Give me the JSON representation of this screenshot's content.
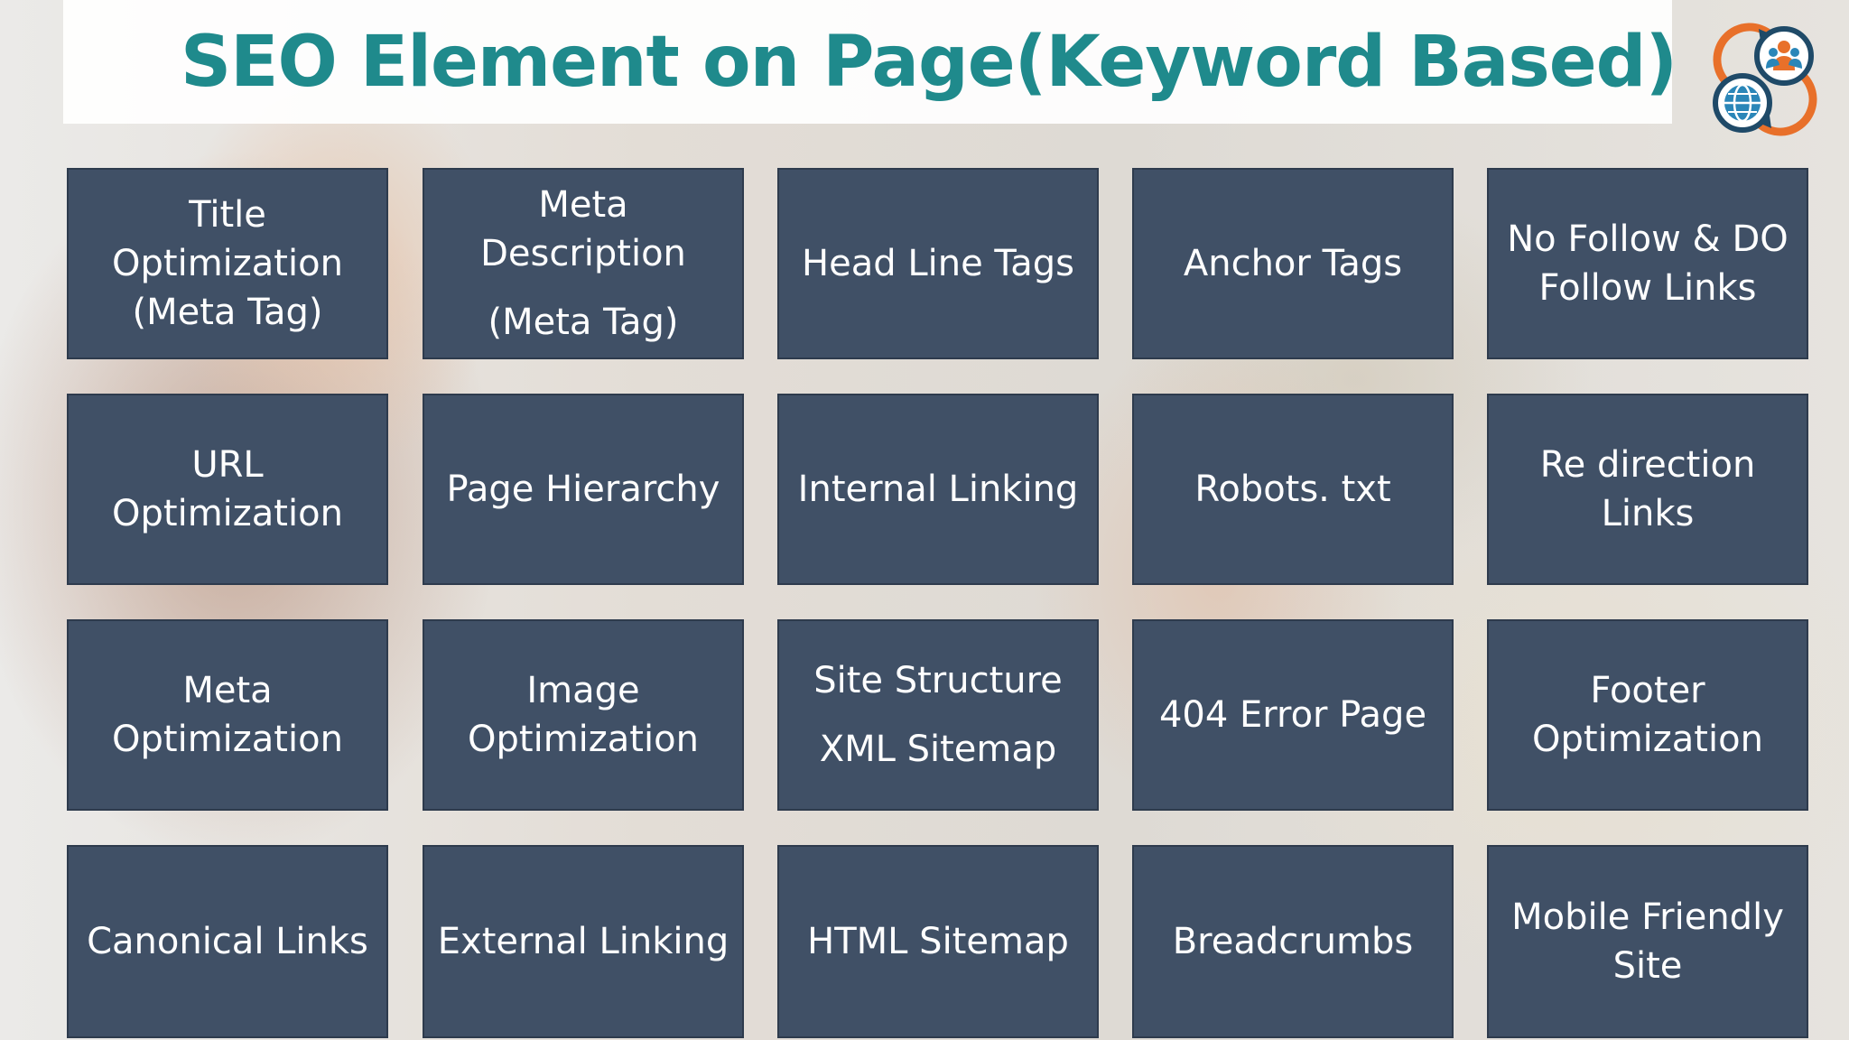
{
  "title": "SEO Element on Page(Keyword Based)",
  "colors": {
    "title": "#1f8a8c",
    "tile": "#405066",
    "logo_orange": "#e8702a",
    "logo_navy": "#1f4a68"
  },
  "logo": {
    "icon": "globe-people-exchange-icon"
  },
  "rows": [
    [
      {
        "lines": [
          "Title",
          "Optimization",
          "(Meta Tag)"
        ]
      },
      {
        "lines": [
          "Meta",
          "Description"
        ],
        "gap_lines": [
          "(Meta Tag)"
        ]
      },
      {
        "lines": [
          "Head Line Tags"
        ]
      },
      {
        "lines": [
          "Anchor Tags"
        ]
      },
      {
        "lines": [
          "No Follow & DO",
          "Follow Links"
        ]
      }
    ],
    [
      {
        "lines": [
          "URL",
          "Optimization"
        ]
      },
      {
        "lines": [
          "Page Hierarchy"
        ]
      },
      {
        "lines": [
          "Internal Linking"
        ]
      },
      {
        "lines": [
          "Robots. txt"
        ]
      },
      {
        "lines": [
          "Re direction",
          "Links"
        ]
      }
    ],
    [
      {
        "lines": [
          "Meta",
          "Optimization"
        ]
      },
      {
        "lines": [
          "Image",
          "Optimization"
        ]
      },
      {
        "lines": [
          "Site Structure"
        ],
        "gap_lines": [
          "XML Sitemap"
        ]
      },
      {
        "lines": [
          "404 Error Page"
        ]
      },
      {
        "lines": [
          "Footer",
          "Optimization"
        ]
      }
    ],
    [
      {
        "lines": [
          "Canonical Links"
        ]
      },
      {
        "lines": [
          "External Linking"
        ]
      },
      {
        "lines": [
          "HTML Sitemap"
        ]
      },
      {
        "lines": [
          "Breadcrumbs"
        ]
      },
      {
        "lines": [
          "Mobile Friendly",
          "Site"
        ]
      }
    ]
  ]
}
